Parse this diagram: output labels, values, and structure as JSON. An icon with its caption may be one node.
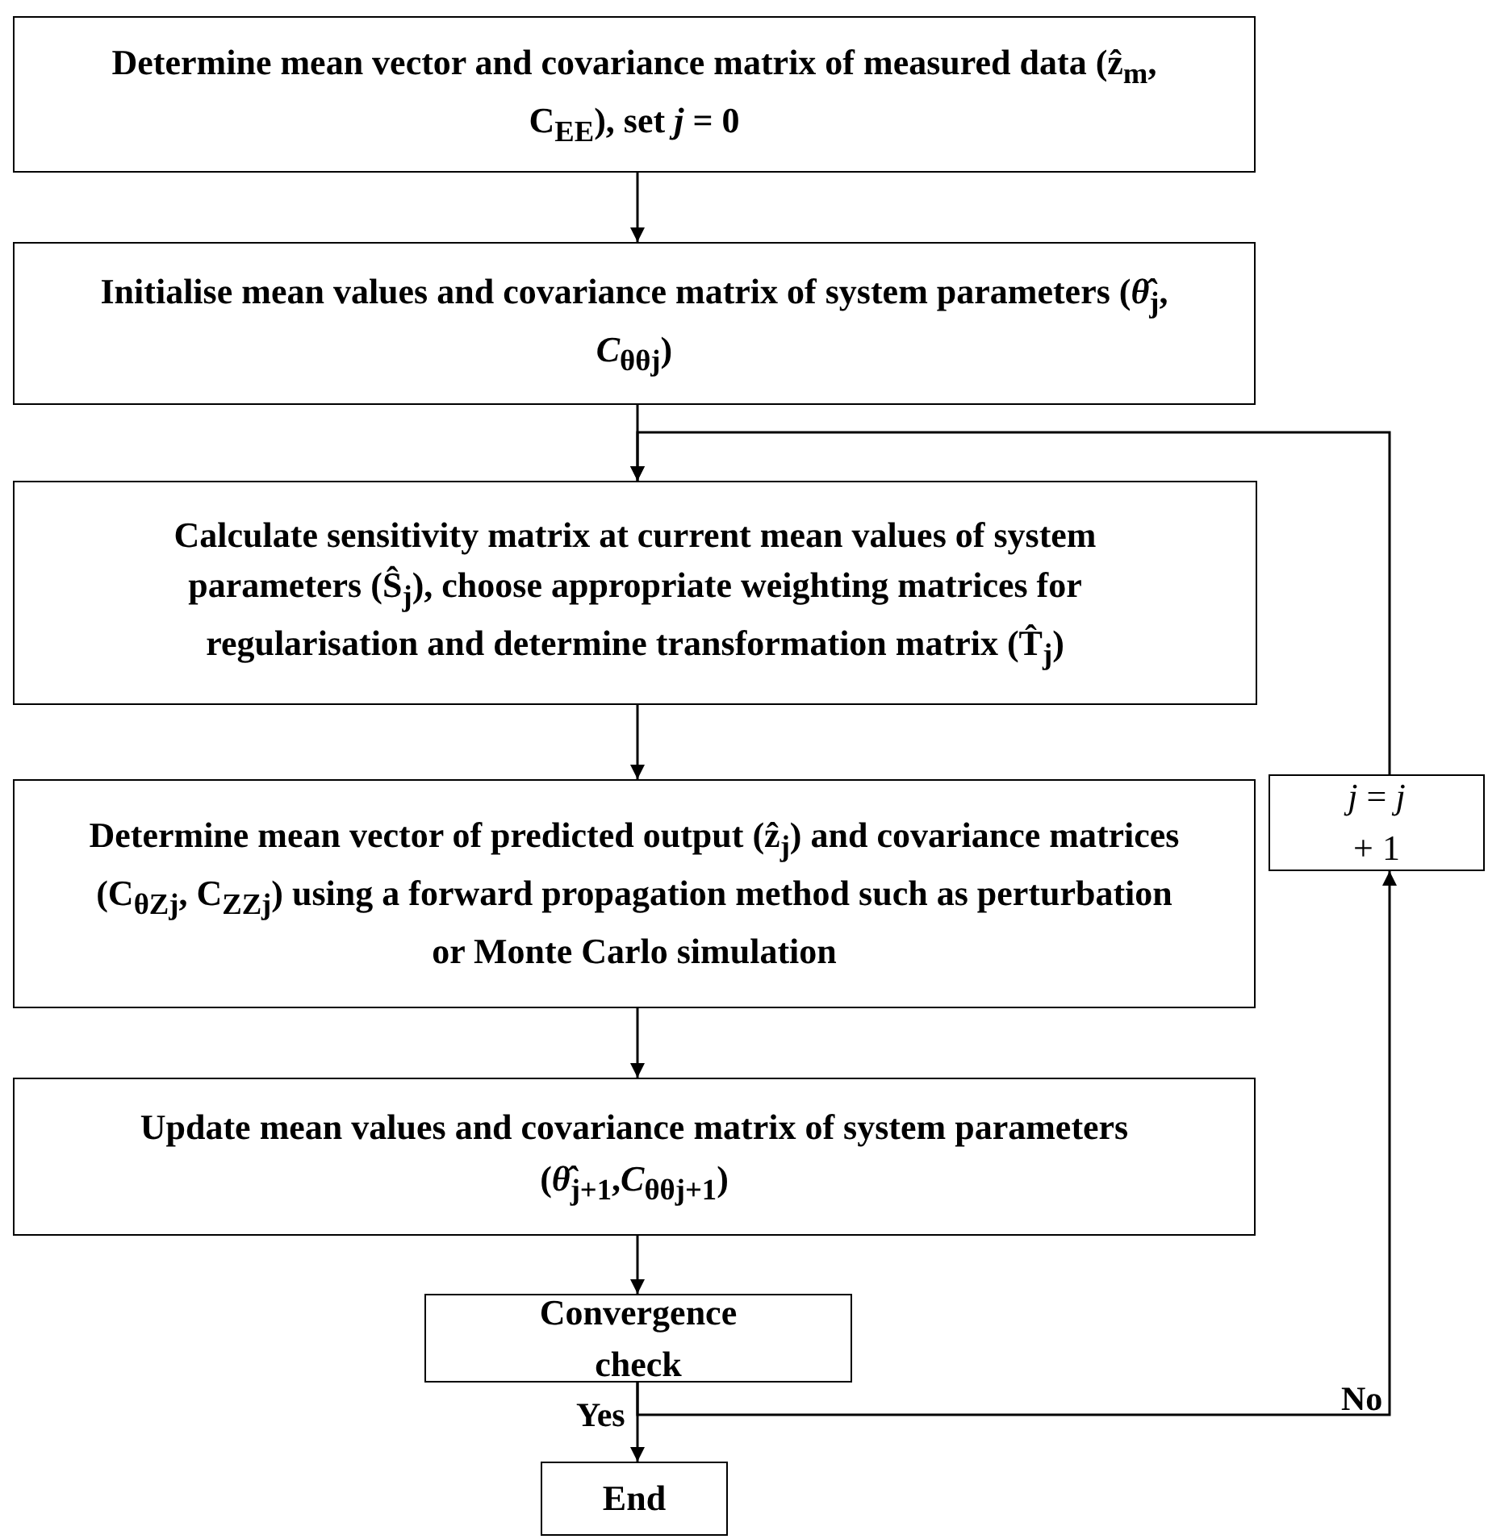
{
  "diagram": {
    "nodes": [
      {
        "text": [
          "Determine mean vector and covariance matrix of measured data (**ẑ**$_{m}$, **C**$_{EE}$), set *j* = 0"
        ]
      },
      {
        "text": [
          "Initialise mean values and covariance matrix of system parameters (*θ̂*$_{j}$, *C*$_{θθj}$)"
        ]
      },
      {
        "text": [
          "Calculate sensitivity matrix at current mean values of system parameters (**Ŝ**$_{j}$), choose appropriate weighting matrices for regularisation and determine transformation matrix (**T̂**$_{j}$)"
        ]
      },
      {
        "text": [
          "Determine mean vector of predicted output (**ẑ**$_{j}$) and covariance matrices (**C**$_{θZj}$, **C**$_{ZZj}$) using a forward propagation method such as perturbation or Monte Carlo simulation"
        ]
      },
      {
        "text": [
          "Update mean values and covariance matrix of system parameters (*θ̂*$_{j+1}$,*C*$_{θθj+1}$)"
        ]
      },
      {
        "text": [
          "Convergence check"
        ]
      },
      {
        "text": [
          "End"
        ]
      },
      {
        "text": [
          "*j* = *j* + 1"
        ]
      }
    ],
    "edges": [
      {
        "from": 0,
        "to": 1,
        "arrow": "to"
      },
      {
        "from": 1,
        "to": 2,
        "arrow": "to"
      },
      {
        "from": 2,
        "to": 3,
        "arrow": "to"
      },
      {
        "from": 3,
        "to": 4,
        "arrow": "to"
      },
      {
        "from": 4,
        "to": 5,
        "arrow": "to"
      },
      {
        "from": 5,
        "to": 6,
        "label": "Yes",
        "arrow": "to"
      },
      {
        "from": 5,
        "to": 7,
        "label": "No",
        "arrow": "to"
      },
      {
        "from": 7,
        "to": 2,
        "arrow": "to"
      }
    ]
  }
}
